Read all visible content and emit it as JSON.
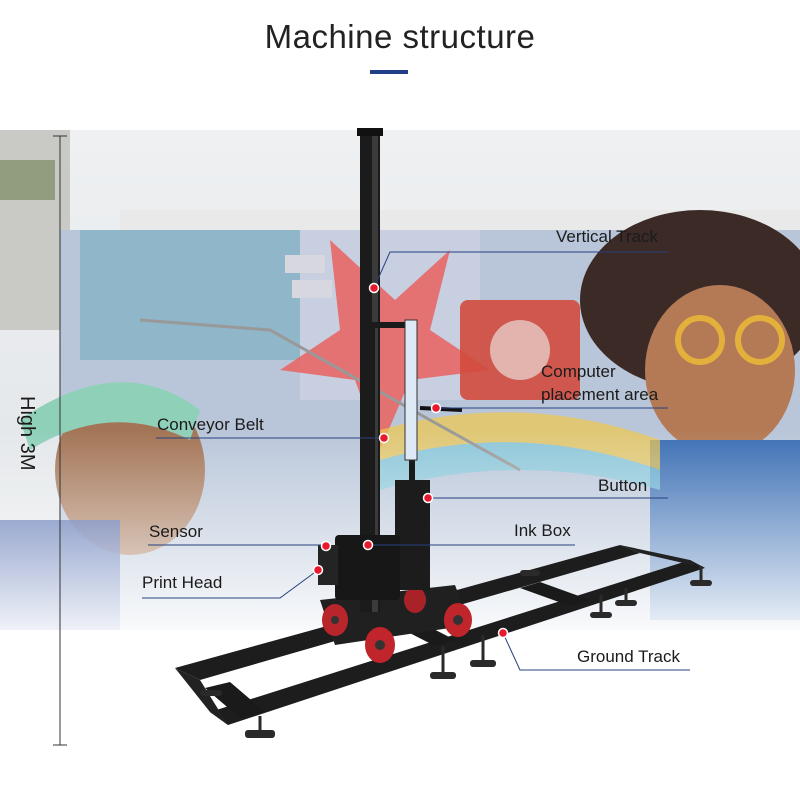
{
  "title": "Machine structure",
  "height_label": "High 3M",
  "callouts": {
    "vertical_track": "Vertical Track",
    "computer_line1": "Computer",
    "computer_line2": "placement area",
    "conveyor_belt": "Conveyor Belt",
    "button": "Button",
    "sensor": "Sensor",
    "ink_box": "Ink Box",
    "print_head": "Print Head",
    "ground_track": "Ground Track"
  },
  "colors": {
    "accent": "#1f3f86",
    "callout_dot": "#e8192c",
    "leader_line": "#27407e",
    "machine": "#1a1a1a",
    "wheel": "#c0252b"
  }
}
